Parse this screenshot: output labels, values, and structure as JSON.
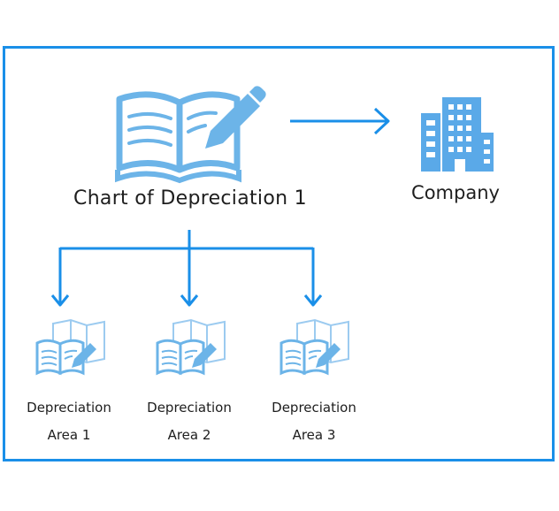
{
  "main": {
    "title": "Chart of Depreciation 1"
  },
  "company": {
    "label": "Company"
  },
  "areas": [
    {
      "line1": "Depreciation",
      "line2": "Area 1"
    },
    {
      "line1": "Depreciation",
      "line2": "Area 2"
    },
    {
      "line1": "Depreciation",
      "line2": "Area 3"
    }
  ],
  "colors": {
    "frame": "#1a8fe8",
    "arrow": "#1a8fe8",
    "icon": "#6cb4e8",
    "icon_light": "#9ccbf0",
    "text": "#1e1e1e"
  }
}
